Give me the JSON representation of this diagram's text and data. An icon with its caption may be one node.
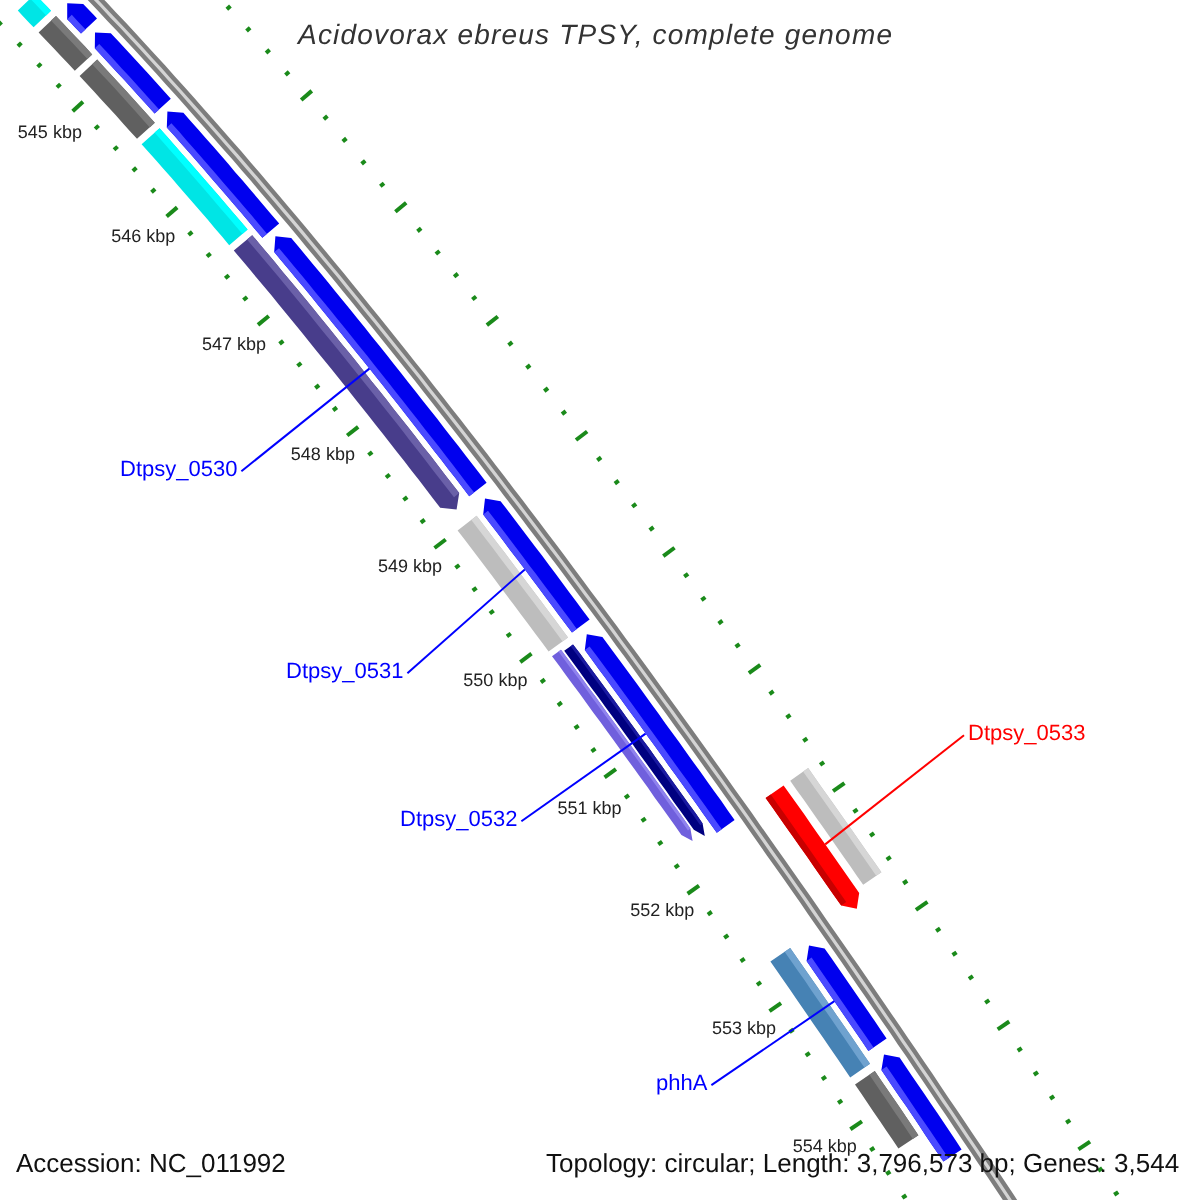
{
  "diagram": {
    "title": "Acidovorax ebreus TPSY, complete genome",
    "nodes": [
      {
        "text": [
          "Dtpsy_0530"
        ]
      },
      {
        "text": [
          "Dtpsy_0531"
        ]
      },
      {
        "text": [
          "Dtpsy_0532"
        ]
      },
      {
        "text": [
          "Dtpsy_0533"
        ]
      },
      {
        "text": [
          "phhA"
        ]
      },
      {
        "text": [],
        "shape": "arrow"
      },
      {
        "text": [],
        "shape": "arrow"
      },
      {
        "text": [],
        "shape": "bar"
      },
      {
        "text": [],
        "shape": "arrow"
      },
      {
        "text": [],
        "shape": "bar"
      },
      {
        "text": [],
        "shape": "arrow"
      },
      {
        "text": [],
        "shape": "bar"
      },
      {
        "text": [],
        "shape": "arrow"
      },
      {
        "text": [],
        "shape": "arrow"
      },
      {
        "text": [],
        "shape": "arrow"
      },
      {
        "text": [],
        "shape": "bar"
      },
      {
        "text": [],
        "shape": "arrow"
      },
      {
        "text": [],
        "shape": "arrow"
      },
      {
        "text": [],
        "shape": "arrow"
      },
      {
        "text": [],
        "shape": "arrow"
      },
      {
        "text": [],
        "shape": "bar"
      },
      {
        "text": [],
        "shape": "bar"
      },
      {
        "text": [],
        "shape": "arrow"
      },
      {
        "text": [],
        "shape": "arrow"
      },
      {
        "text": [],
        "shape": "bar"
      }
    ],
    "edges": [
      {
        "from": 0,
        "to": 13,
        "arrow": "none"
      },
      {
        "from": 1,
        "to": 14,
        "arrow": "none"
      },
      {
        "from": 2,
        "to": 18,
        "arrow": "none"
      },
      {
        "from": 3,
        "to": 19,
        "arrow": "none",
        "color": "#ff0000"
      },
      {
        "from": 4,
        "to": 22,
        "arrow": "none"
      }
    ],
    "labels": [
      "545 kbp",
      "546 kbp",
      "547 kbp",
      "548 kbp",
      "549 kbp",
      "550 kbp",
      "551 kbp",
      "552 kbp",
      "553 kbp",
      "554 kbp",
      "Accession: NC_011992",
      "Topology: circular; Length: 3,796,573 bp; Genes: 3,544"
    ]
  }
}
